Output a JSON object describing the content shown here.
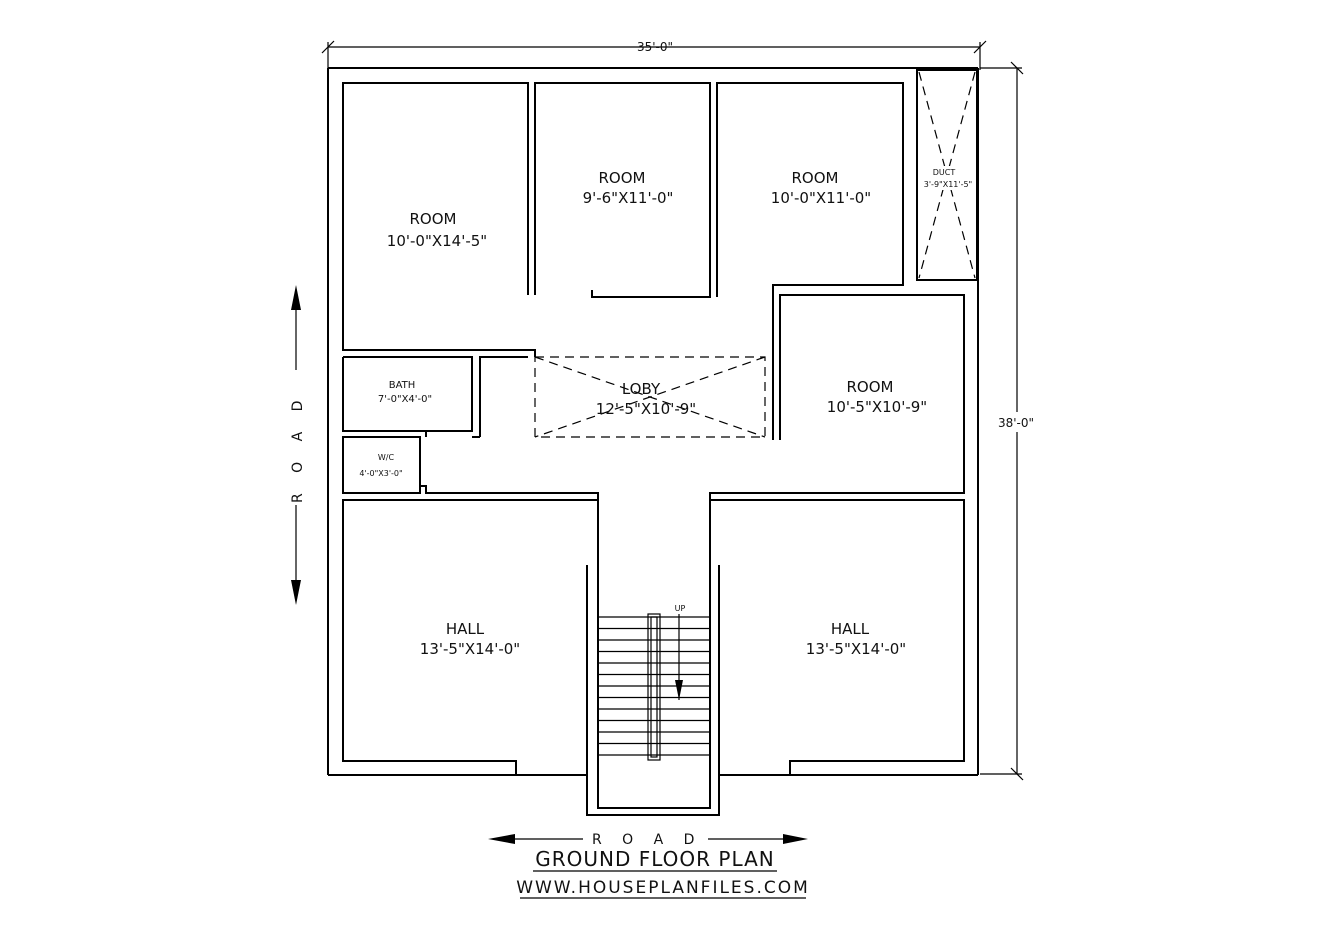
{
  "dimensions": {
    "width": "35'-0\"",
    "height": "38'-0\""
  },
  "rooms": [
    {
      "name": "ROOM",
      "size": "10'-0\"X14'-5\""
    },
    {
      "name": "ROOM",
      "size": "9'-6\"X11'-0\""
    },
    {
      "name": "ROOM",
      "size": "10'-0\"X11'-0\""
    },
    {
      "name": "ROOM",
      "size": "10'-5\"X10'-9\""
    },
    {
      "name": "HALL",
      "size": "13'-5\"X14'-0\""
    },
    {
      "name": "HALL",
      "size": "13'-5\"X14'-0\""
    }
  ],
  "bath": {
    "name": "BATH",
    "size": "7'-0\"X4'-0\""
  },
  "wc": {
    "name": "W/C",
    "size": "4'-0\"X3'-0\""
  },
  "duct": {
    "name": "DUCT",
    "size": "3'-9\"X11'-5\""
  },
  "loby": {
    "name": "LOBY",
    "size": "12'-5\"X10'-9\""
  },
  "stair": {
    "label": "UP"
  },
  "road": {
    "left": "R O A D",
    "bottom": "R O A D"
  },
  "title": "GROUND FLOOR PLAN",
  "website": "WWW.HOUSEPLANFILES.COM"
}
